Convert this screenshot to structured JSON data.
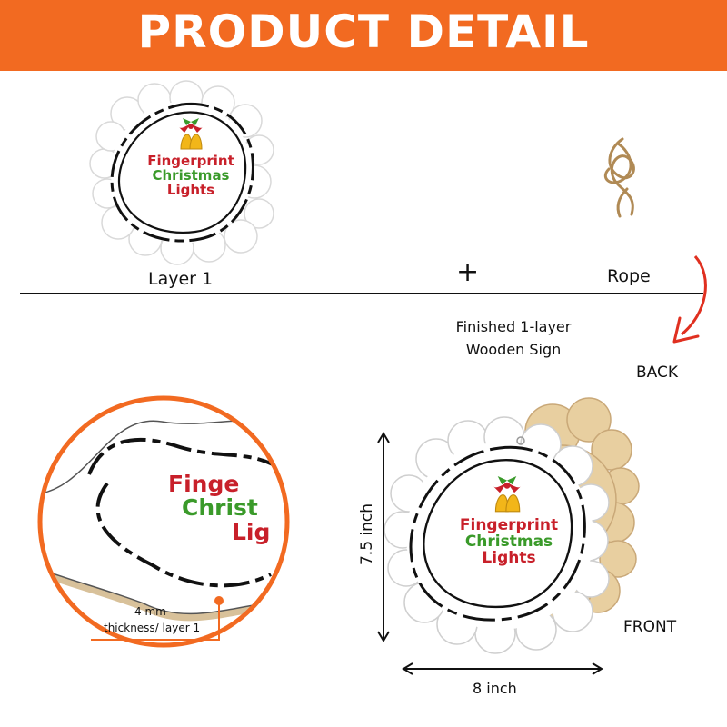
{
  "banner": {
    "title": "PRODUCT DETAIL",
    "color": "#f26a21"
  },
  "top_section": {
    "layer_label": "Layer 1",
    "plus_symbol": "+",
    "rope_label": "Rope",
    "finished_line1": "Finished 1-layer",
    "finished_line2": "Wooden Sign",
    "back_label": "BACK",
    "arrow_color": "#e03020"
  },
  "sign": {
    "line1": "Fingerprint",
    "line2": "Christmas",
    "line3": "Lights",
    "red": "#c8202a",
    "green": "#3a9a2a",
    "icon": "christmas-bells-icon"
  },
  "zoom_detail": {
    "line1": "Finge",
    "line2": "Christ",
    "line3": "Lig",
    "thickness_value": "4 mm",
    "thickness_label": "thickness/ layer 1",
    "ring_color": "#f26a21"
  },
  "dimensions": {
    "height": "7.5 inch",
    "width": "8 inch",
    "front_label": "FRONT"
  }
}
